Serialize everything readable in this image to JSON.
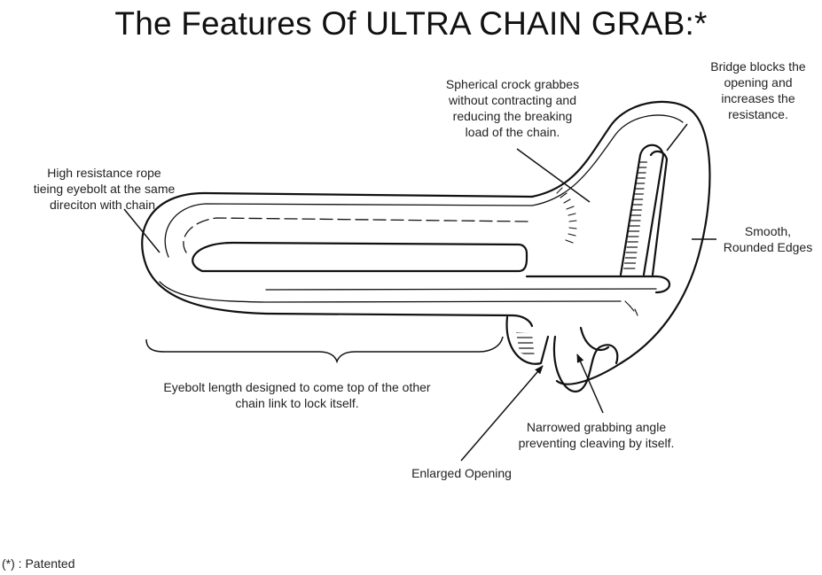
{
  "title": "The Features Of ULTRA CHAIN GRAB:*",
  "labels": {
    "spherical": "Spherical crock grabbes\nwithout contracting and\nreducing the breaking\nload of the chain.",
    "bridge": "Bridge blocks the\nopening and\nincreases the\nresistance.",
    "rope": "High resistance rope\ntieing eyebolt at the same\ndireciton with chain.",
    "smooth": "Smooth,\nRounded Edges",
    "eyebolt": "Eyebolt length designed to come top of the other\nchain link to lock itself.",
    "narrowed": "Narrowed grabbing angle\npreventing cleaving by itself.",
    "opening": "Enlarged Opening"
  },
  "footnote": "(*) : Patented"
}
